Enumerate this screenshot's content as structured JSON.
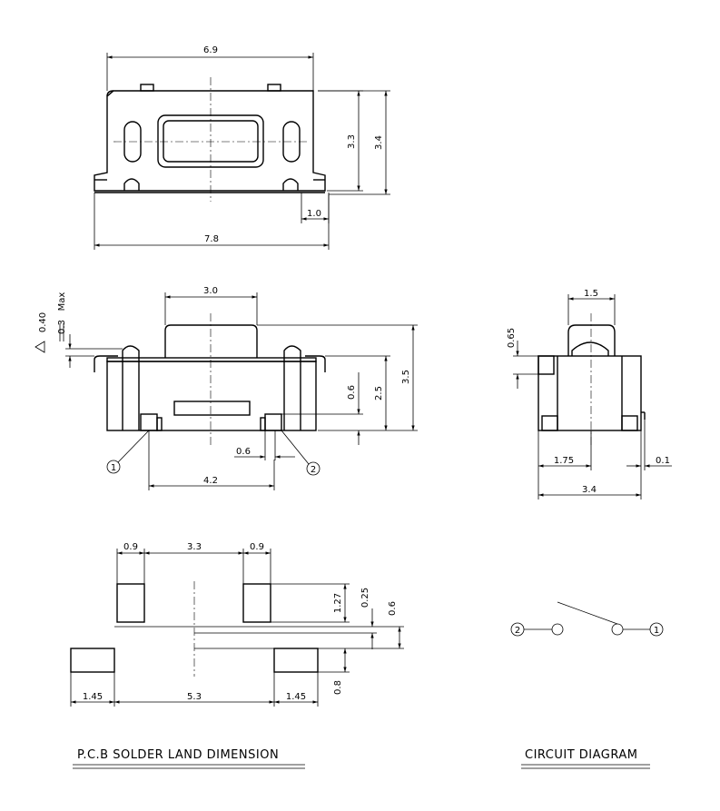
{
  "top_view": {
    "width_body": "6.9",
    "width_total": "7.8",
    "height_inner": "3.3",
    "height_total": "3.4",
    "terminal_len": "1.0"
  },
  "front_view": {
    "actuator_width": "3.0",
    "tolerance_a": "0.40",
    "tolerance_b": "0.3",
    "max_label": "Max",
    "height_total": "3.5",
    "height_body": "2.5",
    "standoff": "0.6",
    "lead_width": "0.6",
    "lead_pitch": "4.2",
    "pin1": "1",
    "pin2": "2"
  },
  "side_view": {
    "actuator_width": "1.5",
    "actuator_height": "0.65",
    "offset": "1.75",
    "gap": "0.1",
    "width_total": "3.4"
  },
  "pcb_land": {
    "pad_w_left": "0.9",
    "pad_gap": "3.3",
    "pad_w_right": "0.9",
    "pad_h": "1.27",
    "clearance_a": "0.25",
    "clearance_b": "0.6",
    "pad2_h": "0.8",
    "pad2_w_left": "1.45",
    "pad2_gap": "5.3",
    "pad2_w_right": "1.45",
    "caption": "P.C.B SOLDER LAND DIMENSION"
  },
  "circuit": {
    "node_left": "2",
    "node_right": "1",
    "caption": "CIRCUIT DIAGRAM"
  }
}
